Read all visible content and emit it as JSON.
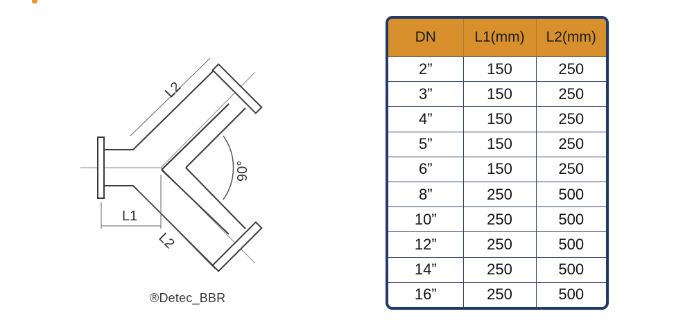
{
  "drawing": {
    "label_l2_top": "L2",
    "label_l2_bottom": "L2",
    "label_l1": "L1",
    "label_angle": "90°"
  },
  "caption": "®Detec_BBR",
  "table": {
    "headers": [
      "DN",
      "L1(mm)",
      "L2(mm)"
    ],
    "rows": [
      [
        "2”",
        "150",
        "250"
      ],
      [
        "3”",
        "150",
        "250"
      ],
      [
        "4”",
        "150",
        "250"
      ],
      [
        "5”",
        "150",
        "250"
      ],
      [
        "6”",
        "150",
        "250"
      ],
      [
        "8”",
        "250",
        "500"
      ],
      [
        "10”",
        "250",
        "500"
      ],
      [
        "12”",
        "250",
        "500"
      ],
      [
        "14”",
        "250",
        "500"
      ],
      [
        "16”",
        "250",
        "500"
      ]
    ]
  },
  "colors": {
    "header_fill": "#d8902c",
    "frame_border": "#213a66",
    "accent": "#e39a2a"
  }
}
